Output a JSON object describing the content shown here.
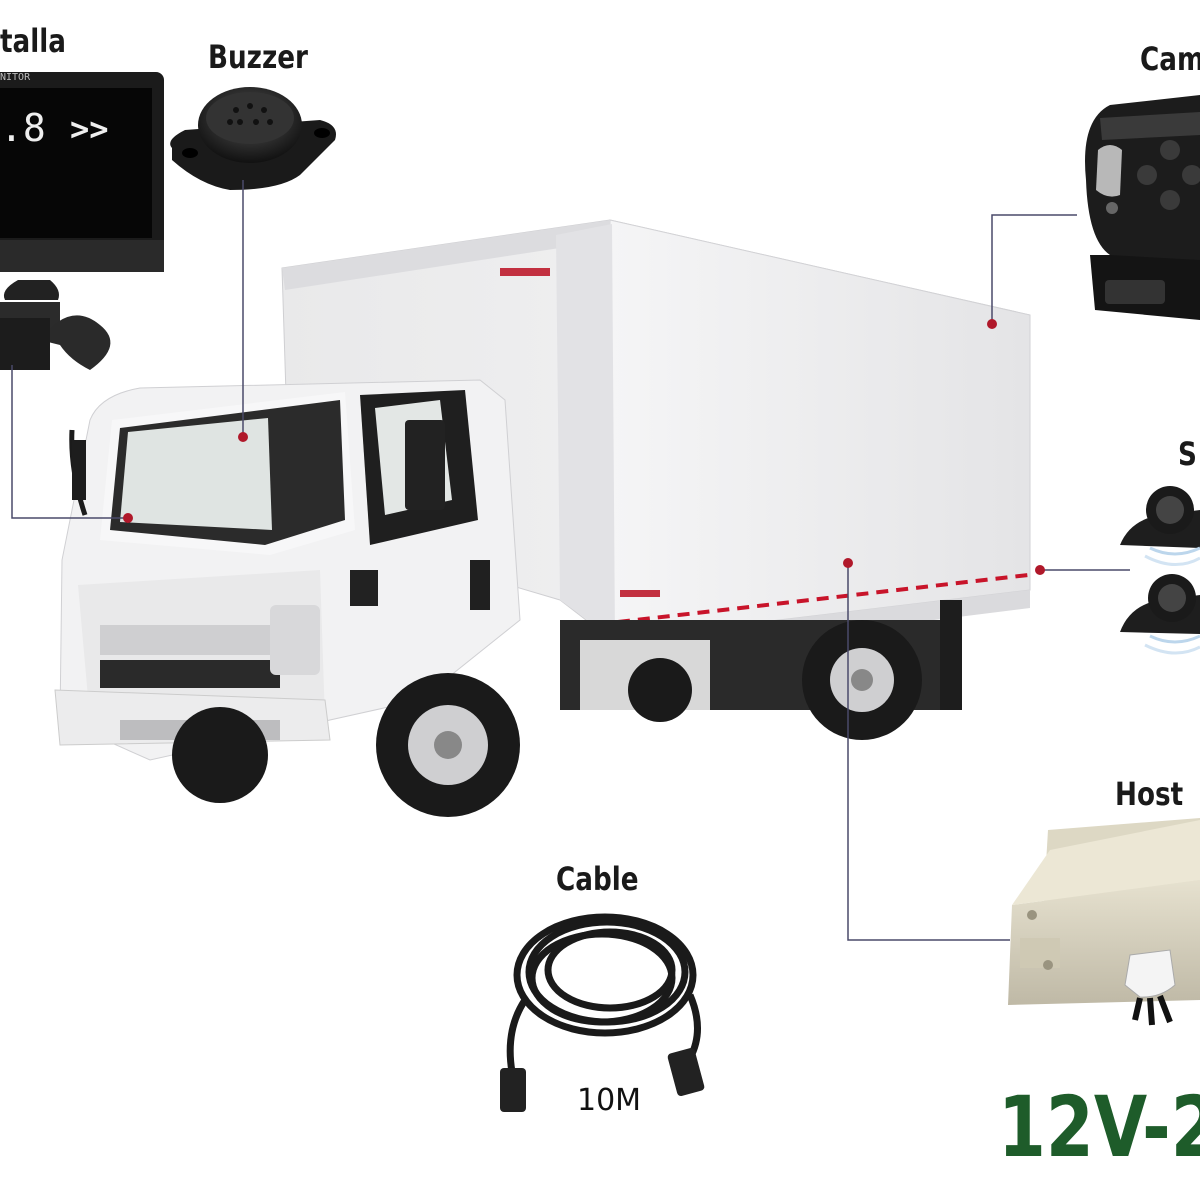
{
  "labels": {
    "pantalla": "talla",
    "buzzer": "Buzzer",
    "camera": "Cam",
    "sensor": "S",
    "host": "Host",
    "cable": "Cable",
    "cable_length": "10M"
  },
  "monitor_screen": {
    "reading": ".8",
    "arrows": ">>",
    "brand": "NITOR"
  },
  "voltage": "12V-2",
  "colors": {
    "voltage_text": "#1e5c2a",
    "connector_line": "#4a4a6a",
    "marker_dot": "#b0182a"
  }
}
